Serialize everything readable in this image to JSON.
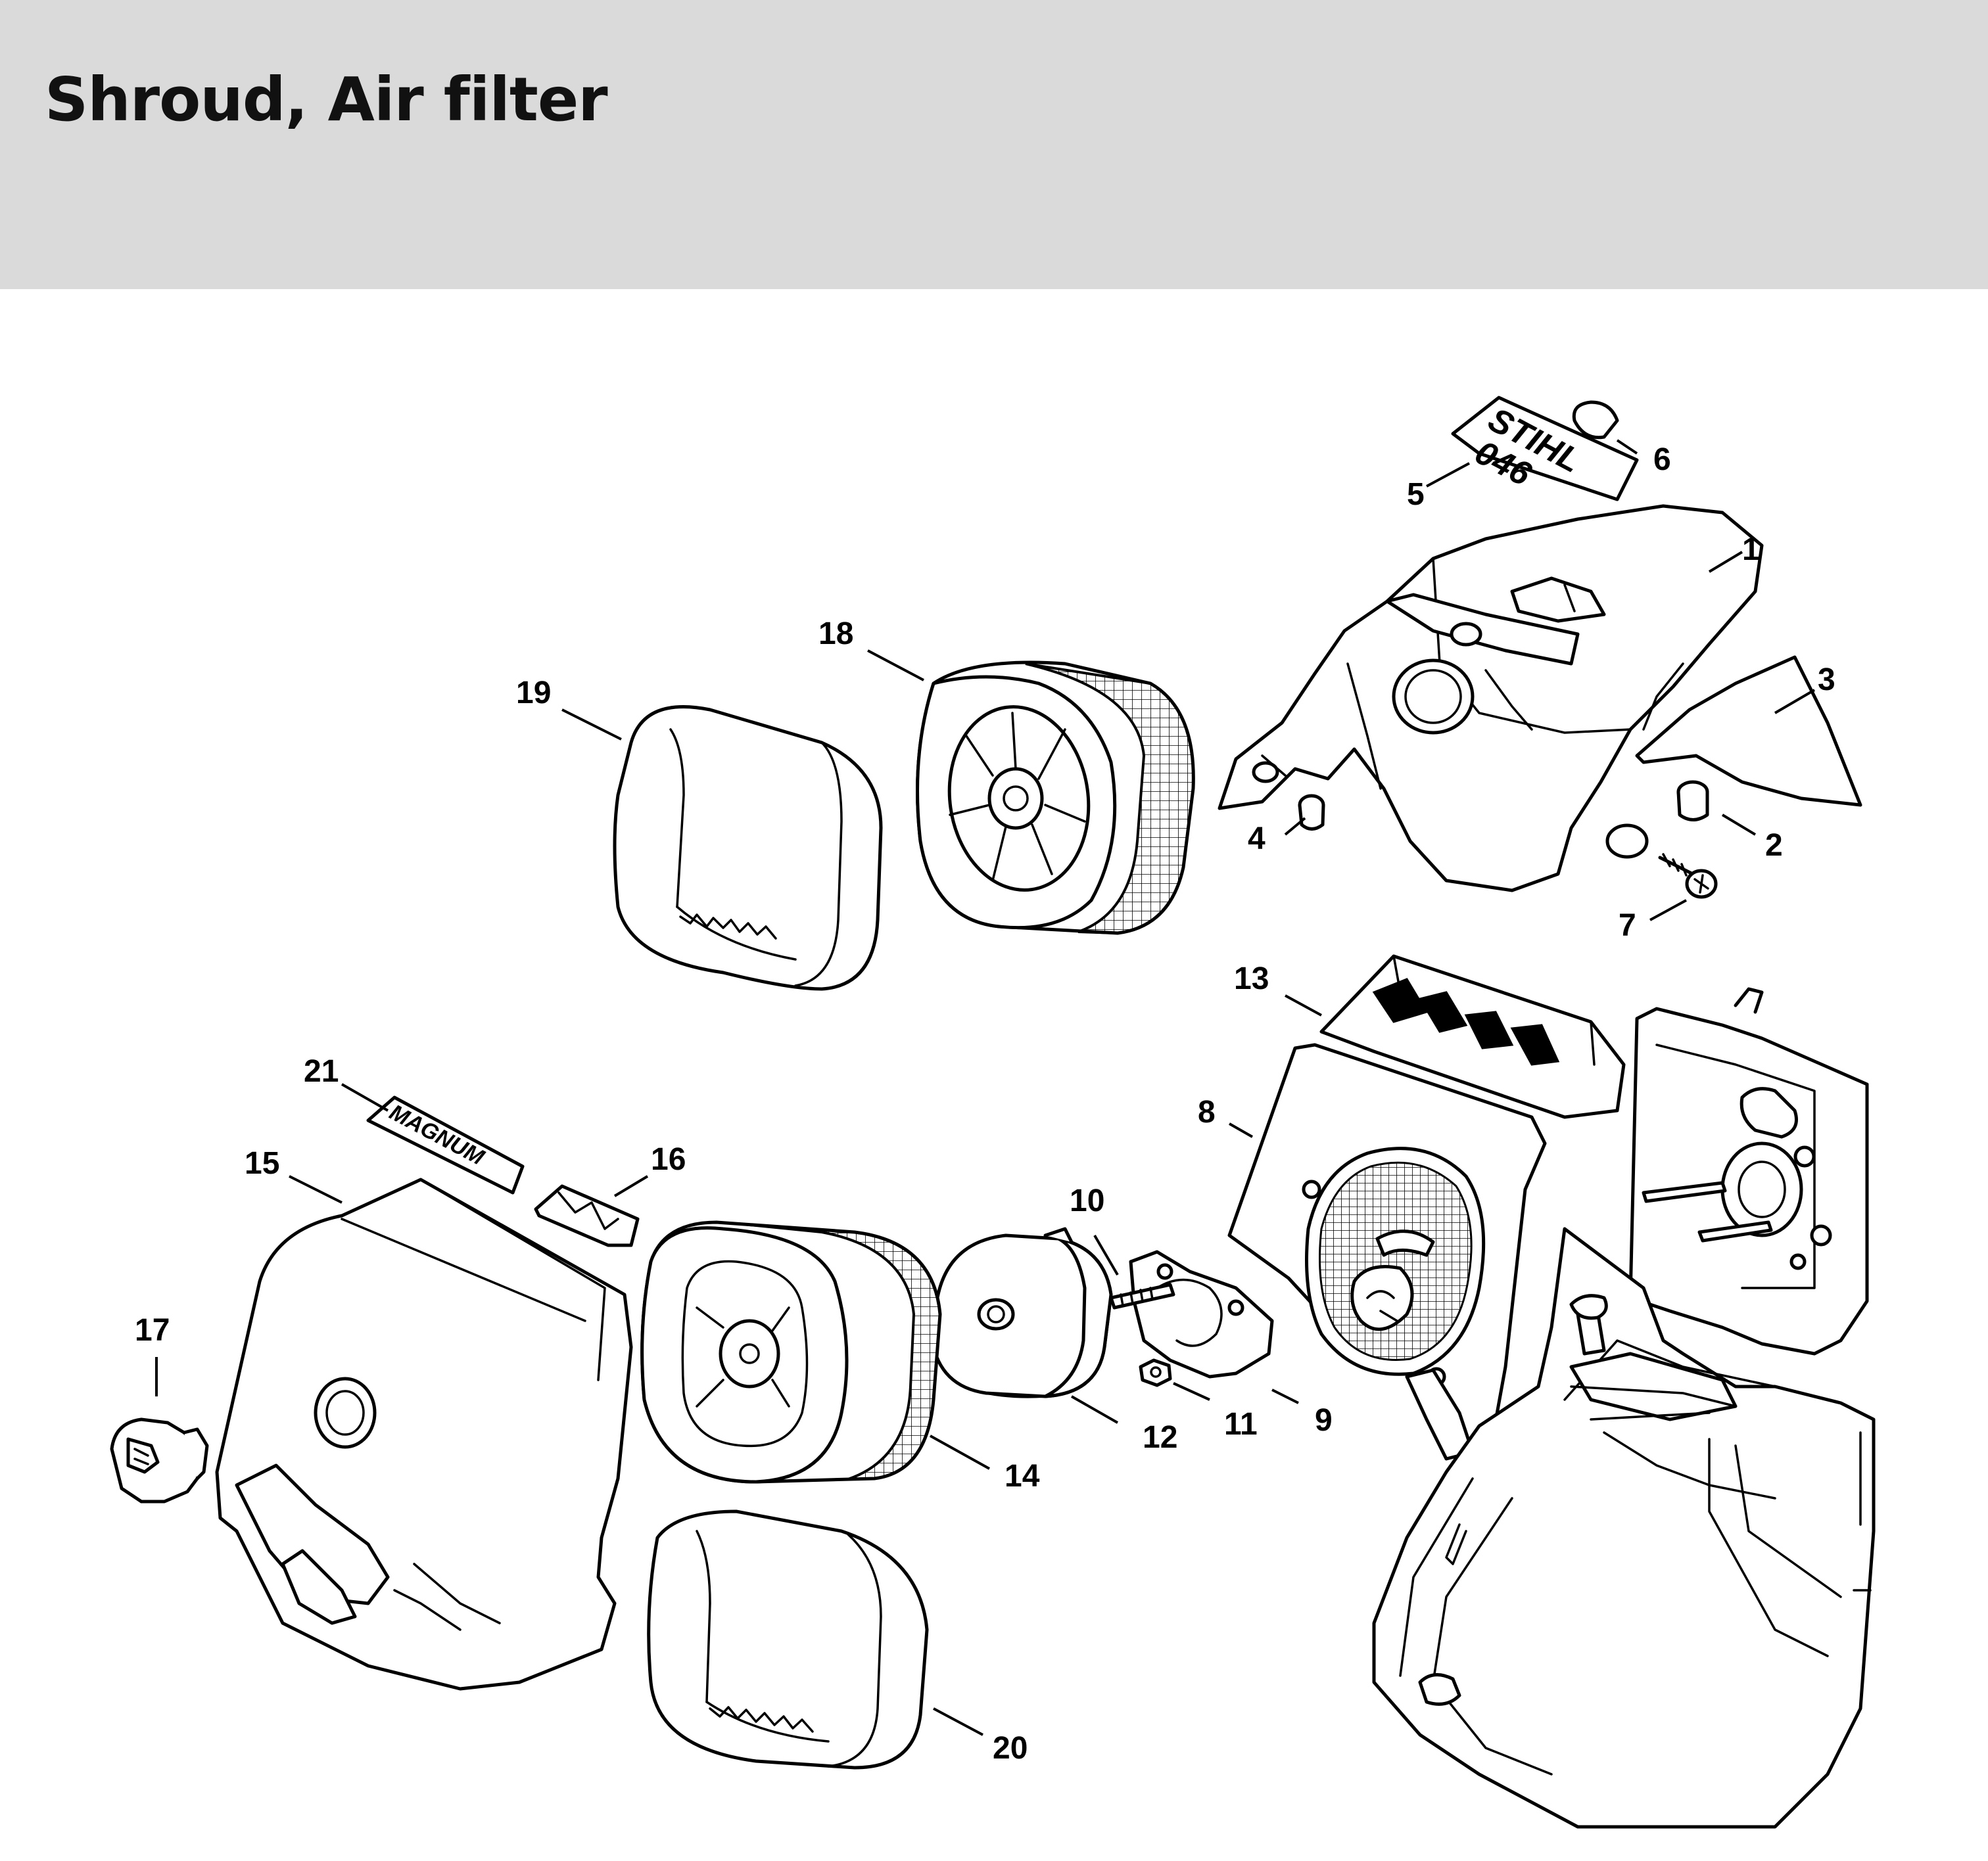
{
  "header": {
    "title": "Shroud, Air filter"
  },
  "badges": {
    "shroud_badge_line1": "STIHL",
    "shroud_badge_line2": "046",
    "filter_cover_badge": "MAGNUM"
  },
  "callouts": [
    "1",
    "2",
    "3",
    "4",
    "5",
    "6",
    "7",
    "8",
    "9",
    "10",
    "11",
    "12",
    "13",
    "14",
    "15",
    "16",
    "17",
    "18",
    "19",
    "20",
    "21"
  ],
  "colors": {
    "header_bg": "#d9dad9",
    "line": "#000000",
    "background": "#ffffff"
  }
}
